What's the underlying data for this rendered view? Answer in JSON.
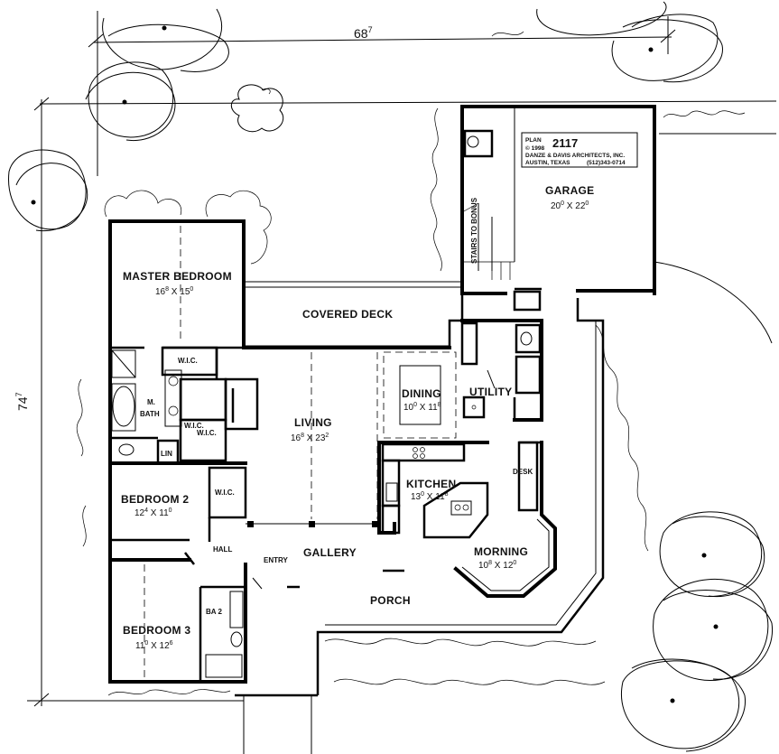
{
  "dimensions": {
    "width_label": "68",
    "width_sup": "7",
    "depth_label": "74",
    "depth_sup": "7"
  },
  "title_block": {
    "plan_word": "PLAN",
    "plan_number": "2117",
    "year": "© 1998",
    "firm": "DANZE & DAVIS ARCHITECTS, INC.",
    "location": "AUSTIN, TEXAS",
    "phone": "(512)343-0714"
  },
  "rooms": {
    "master_bedroom": {
      "name": "MASTER BEDROOM",
      "size": "16",
      "s1": "8",
      "x": " X 15",
      "s2": "0"
    },
    "garage": {
      "name": "GARAGE",
      "size": "20",
      "s1": "0",
      "x": " X 22",
      "s2": "0"
    },
    "covered_deck": {
      "name": "COVERED DECK"
    },
    "living": {
      "name": "LIVING",
      "size": "16",
      "s1": "8",
      "x": " X 23",
      "s2": "2"
    },
    "dining": {
      "name": "DINING",
      "size": "10",
      "s1": "0",
      "x": " X 11",
      "s2": "8"
    },
    "utility": {
      "name": "UTILITY"
    },
    "kitchen": {
      "name": "KITCHEN",
      "size": "13",
      "s1": "0",
      "x": " X 11",
      "s2": "8"
    },
    "morning": {
      "name": "MORNING",
      "size": "10",
      "s1": "8",
      "x": " X 12",
      "s2": "0"
    },
    "bedroom2": {
      "name": "BEDROOM 2",
      "size": "12",
      "s1": "4",
      "x": " X 11",
      "s2": "0"
    },
    "bedroom3": {
      "name": "BEDROOM 3",
      "size": "11",
      "s1": "0",
      "x": " X 12",
      "s2": "6"
    },
    "porch": {
      "name": "PORCH"
    },
    "gallery": {
      "name": "GALLERY"
    },
    "entry": {
      "name": "ENTRY"
    },
    "hall": {
      "name": "HALL"
    },
    "ba2": {
      "name": "BA 2"
    },
    "mbath_1": {
      "name": "M."
    },
    "mbath_2": {
      "name": "BATH"
    }
  },
  "labels": {
    "wic_master": "W.I.C.",
    "wic_bath_a": "W.I.C.",
    "wic_bath_b": "W.I.C.",
    "wic_bed2": "W.I.C.",
    "lin": "LIN",
    "desk": "DESK",
    "stairs": "STAIRS TO BONUS"
  }
}
